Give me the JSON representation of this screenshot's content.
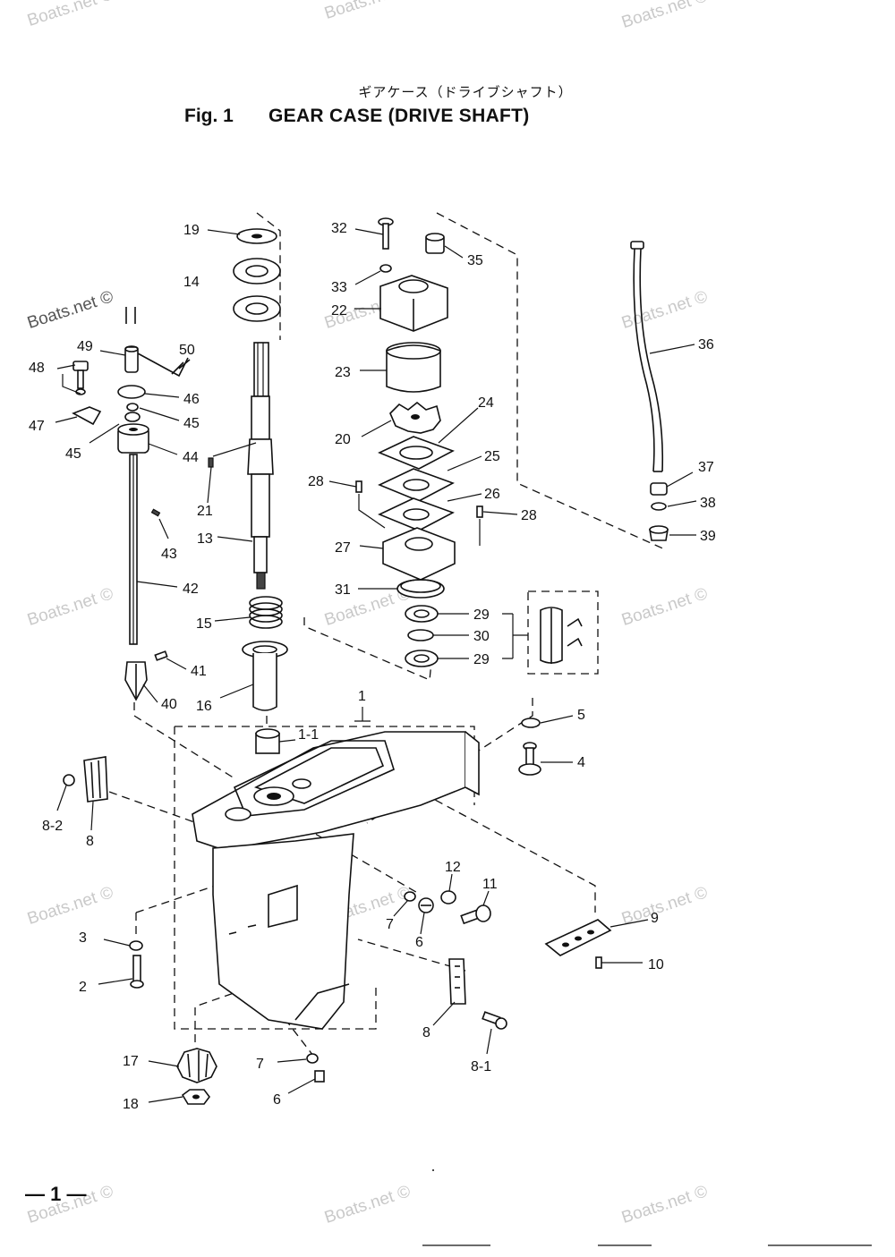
{
  "header": {
    "jp_title": "ギアケース（ドライブシャフト）",
    "fig_label": "Fig. 1",
    "title": "GEAR CASE   (DRIVE SHAFT)"
  },
  "footer": {
    "page_number": "— 1 —"
  },
  "watermark": {
    "text": "Boats.net ©"
  },
  "callouts": {
    "c19": "19",
    "c14": "14",
    "c32": "32",
    "c35": "35",
    "c33": "33",
    "c22": "22",
    "c36": "36",
    "c49": "49",
    "c50": "50",
    "c48": "48",
    "c46": "46",
    "c47": "47",
    "c45a": "45",
    "c45b": "45",
    "c44": "44",
    "c23": "23",
    "c24": "24",
    "c20": "20",
    "c25": "25",
    "c28a": "28",
    "c26": "26",
    "c28b": "28",
    "c37": "37",
    "c38": "38",
    "c39": "39",
    "c21": "21",
    "c13": "13",
    "c43": "43",
    "c27": "27",
    "c31": "31",
    "c42": "42",
    "c15": "15",
    "c29a": "29",
    "c30": "30",
    "c29b": "29",
    "c41": "41",
    "c16": "16",
    "c40": "40",
    "c1": "1",
    "c5": "5",
    "c1_1": "1-1",
    "c4": "4",
    "c8_2": "8-2",
    "c8a": "8",
    "c12": "12",
    "c11": "11",
    "c9": "9",
    "c7a": "7",
    "c6a": "6",
    "c3": "3",
    "c10": "10",
    "c2": "2",
    "c8b": "8",
    "c17": "17",
    "c7b": "7",
    "c8_1": "8-1",
    "c6b": "6",
    "c18": "18"
  }
}
